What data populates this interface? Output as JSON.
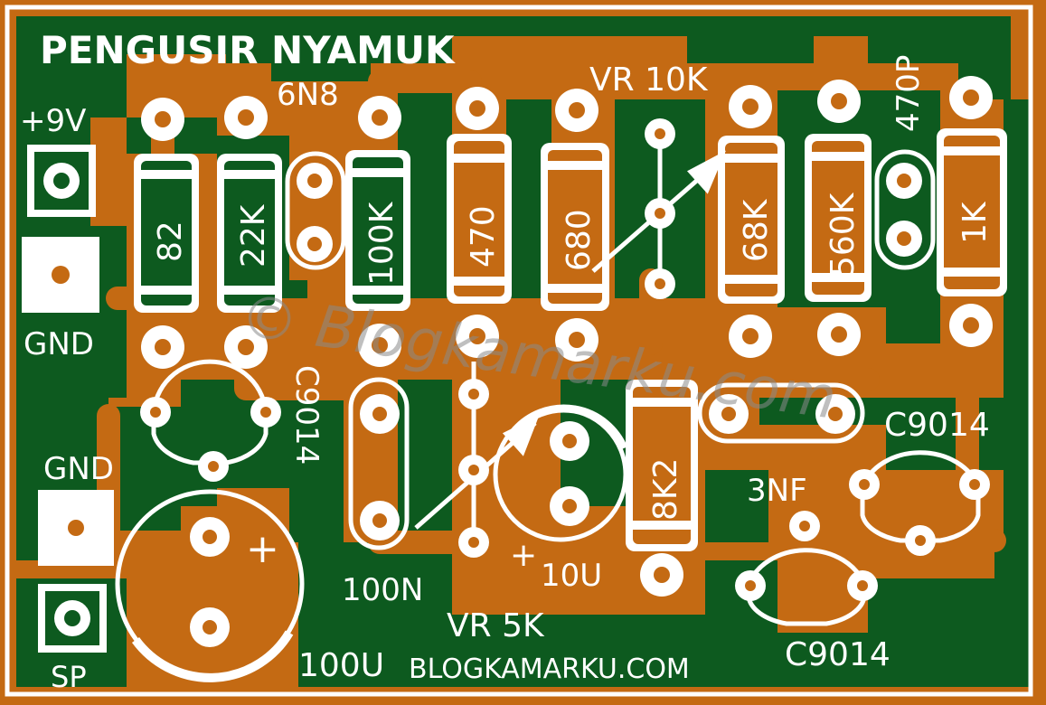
{
  "title": "PENGUSIR NYAMUK",
  "colors": {
    "copper": "#c46a13",
    "ground": "#0d5a1f",
    "silk": "#ffffff",
    "outline": "#ffffff"
  },
  "terminals": {
    "power": "+9V",
    "gnd_top": "GND",
    "gnd_bottom": "GND",
    "speaker": "SP"
  },
  "resistors": {
    "r1": "82",
    "r2": "22K",
    "r3": "100K",
    "r4": "470",
    "r5": "680",
    "r6": "68K",
    "r7": "560K",
    "r8": "1K",
    "r9": "8K2"
  },
  "capacitors": {
    "inductor": "6N8",
    "c_470p": "470P",
    "c_100n": "100N",
    "c_10u": "10U",
    "c_10u_plus": "+",
    "c_100u": "100U",
    "c_100u_plus": "+",
    "c_3nf": "3NF"
  },
  "trimpots": {
    "vr_top": "VR 10K",
    "vr_bottom": "VR 5K"
  },
  "transistors": {
    "q1": "C9014",
    "q2": "C9014",
    "q3": "C9014"
  },
  "watermark": "© Blogkamarku.com",
  "footer": "BLOGKAMARKU.COM"
}
